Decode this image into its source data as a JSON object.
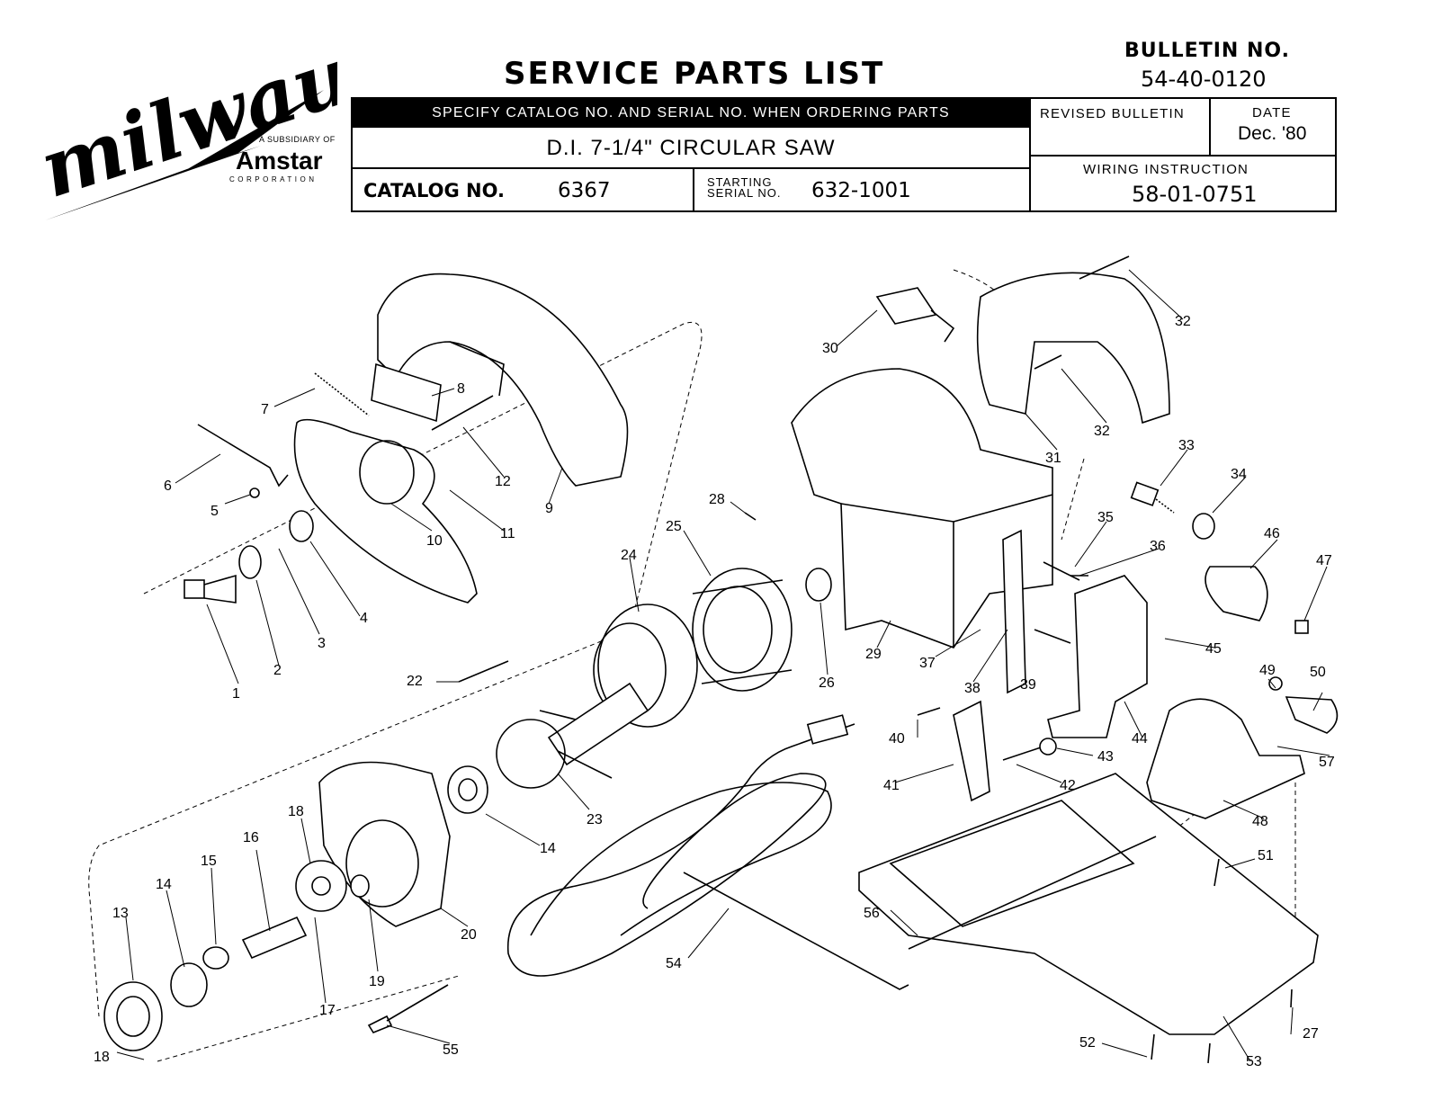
{
  "logo": {
    "brand": "milwaukee",
    "subsidiary": "A SUBSIDIARY OF",
    "parent": "Amstar",
    "corporation": "CORPORATION"
  },
  "header": {
    "title": "SERVICE PARTS LIST",
    "bulletin_label": "BULLETIN NO.",
    "bulletin_number": "54-40-0120"
  },
  "info": {
    "specify_note": "SPECIFY CATALOG NO. AND SERIAL NO. WHEN ORDERING PARTS",
    "product_name": "D.I. 7-1/4\" CIRCULAR SAW",
    "catalog_label": "CATALOG NO.",
    "catalog_number": "6367",
    "serial_label_line1": "STARTING",
    "serial_label_line2": "SERIAL NO.",
    "serial_number": "632-1001",
    "revised_label": "REVISED BULLETIN",
    "revised_value": "",
    "date_label": "DATE",
    "date_value": "Dec. '80",
    "wiring_label": "WIRING INSTRUCTION",
    "wiring_number": "58-01-0751"
  },
  "diagram": {
    "part_numbers": [
      "1",
      "2",
      "3",
      "4",
      "5",
      "6",
      "7",
      "8",
      "9",
      "10",
      "11",
      "12",
      "13",
      "14",
      "15",
      "16",
      "17",
      "18",
      "19",
      "20",
      "22",
      "23",
      "24",
      "25",
      "26",
      "27",
      "28",
      "29",
      "30",
      "31",
      "32",
      "33",
      "34",
      "35",
      "36",
      "37",
      "38",
      "39",
      "40",
      "41",
      "42",
      "43",
      "44",
      "45",
      "46",
      "47",
      "48",
      "49",
      "50",
      "51",
      "52",
      "53",
      "54",
      "55",
      "56",
      "57"
    ]
  }
}
